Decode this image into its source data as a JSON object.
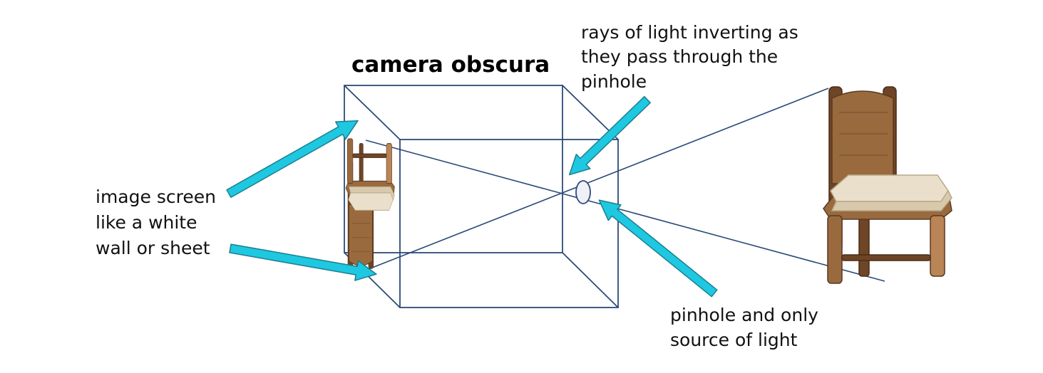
{
  "title": "camera obscura",
  "labels": {
    "screen": [
      "image screen",
      "like a white",
      "wall or sheet"
    ],
    "rays": [
      "rays of light inverting as",
      "they pass through the",
      "pinhole"
    ],
    "pinhole": [
      "pinhole and only",
      "source of light"
    ]
  },
  "colors": {
    "box_line": "#2b4a78",
    "arrow": "#1ec8e0",
    "arrow_outline": "#1b7f91",
    "wood": "#9a6a3f",
    "wood_dark": "#6e4526",
    "wood_light": "#b98556",
    "cushion": "#eadfca",
    "cushion_shade": "#d8c9ad",
    "pinhole_fill": "#eef1f6"
  },
  "icons": [
    "chair-icon",
    "inverted-chair-icon",
    "pinhole-icon",
    "arrow-icon"
  ]
}
